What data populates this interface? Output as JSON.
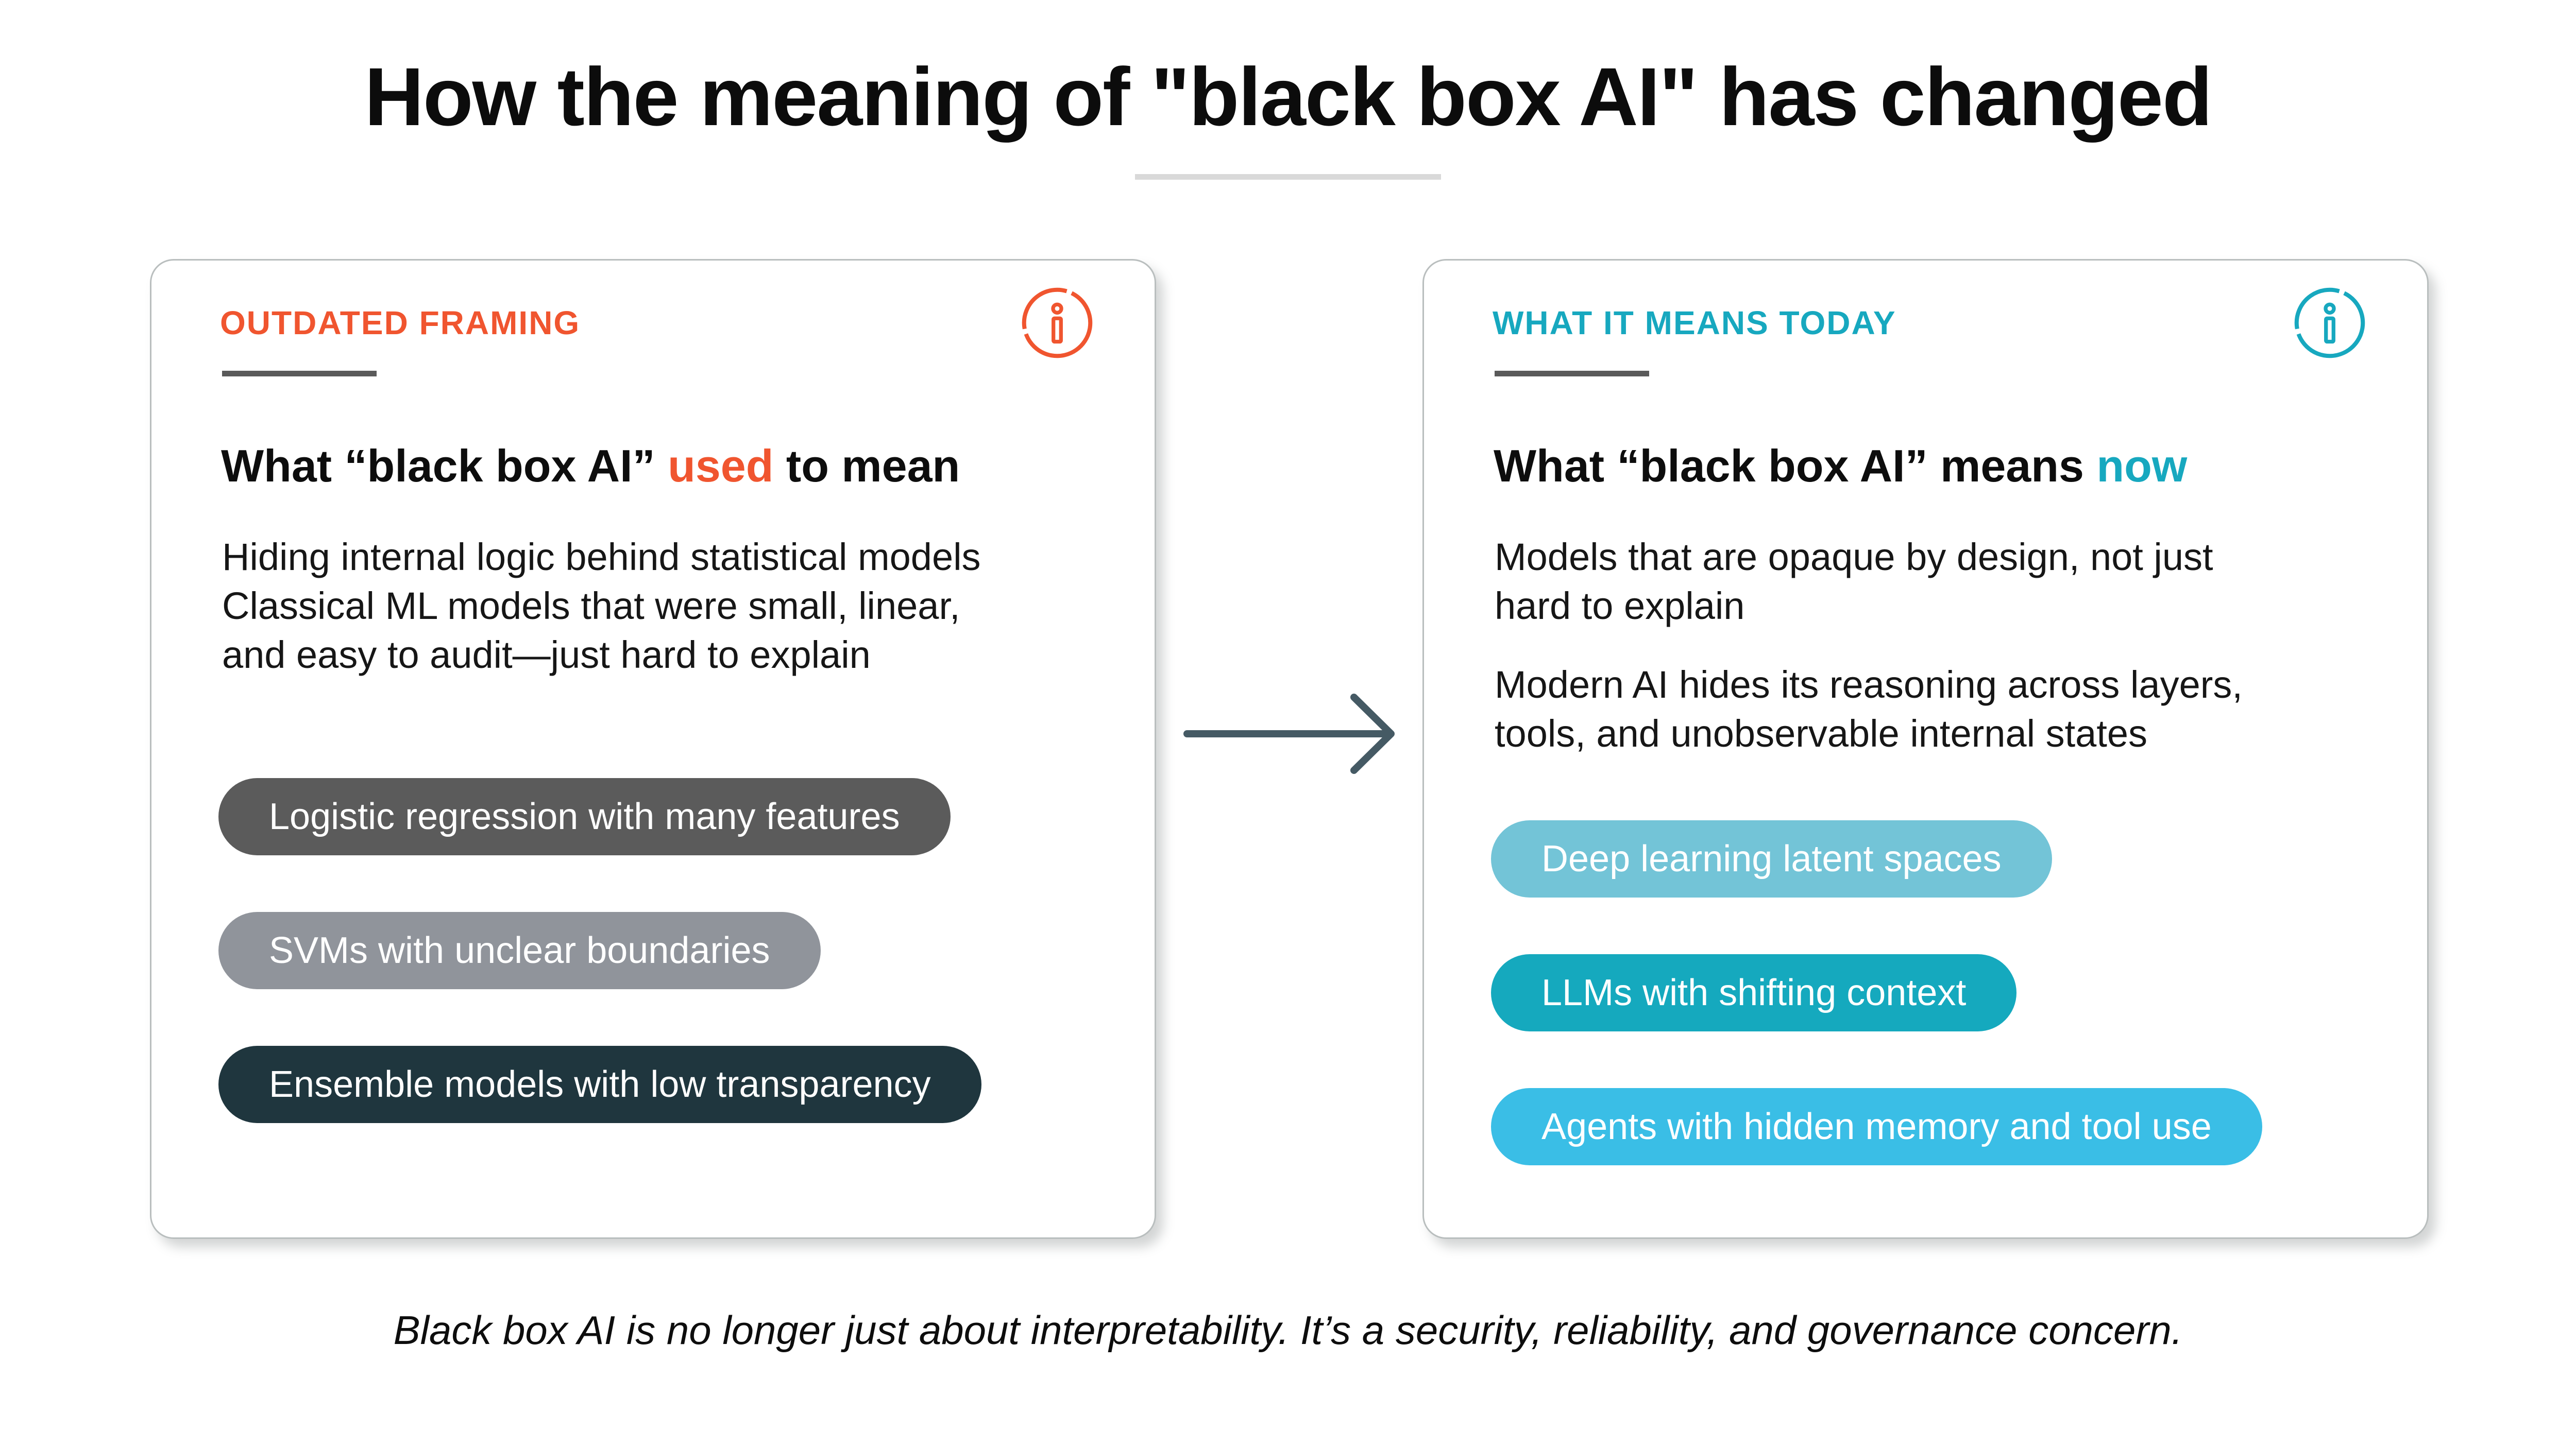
{
  "title": "How the meaning of \"black box AI\" has changed",
  "arrow": {
    "color": "#455a64",
    "name": "transition-arrow"
  },
  "cards": {
    "left": {
      "eyebrow": "OUTDATED FRAMING",
      "accent": "#f0552f",
      "heading": {
        "pre": "What “black box AI” ",
        "highlight": "used",
        "post": " to mean"
      },
      "body_paragraphs": [
        [
          "Hiding internal logic behind statistical models",
          "Classical ML models that were small, linear,",
          "and easy to audit—just hard to explain"
        ]
      ],
      "pills": [
        {
          "label": "Logistic regression with many features",
          "color": "#5b5b5b"
        },
        {
          "label": "SVMs with unclear boundaries",
          "color": "#90949b"
        },
        {
          "label": "Ensemble models with low transparency",
          "color": "#1f363e"
        }
      ]
    },
    "right": {
      "eyebrow": "WHAT IT MEANS TODAY",
      "accent": "#17a8bf",
      "heading": {
        "pre": "What “black box AI” means ",
        "highlight": "now",
        "post": ""
      },
      "body_paragraphs": [
        [
          "Models that are opaque by design, not just",
          "hard to explain"
        ],
        [
          "Modern AI hides its reasoning across layers,",
          "tools, and unobservable internal states"
        ]
      ],
      "pills": [
        {
          "label": "Deep learning latent spaces",
          "color": "#73c4d7"
        },
        {
          "label": "LLMs with shifting context",
          "color": "#15a9be"
        },
        {
          "label": "Agents with hidden memory and tool use",
          "color": "#3abee6"
        }
      ]
    }
  },
  "footer": "Black box AI is no longer just about interpretability. It’s a security, reliability, and governance concern."
}
